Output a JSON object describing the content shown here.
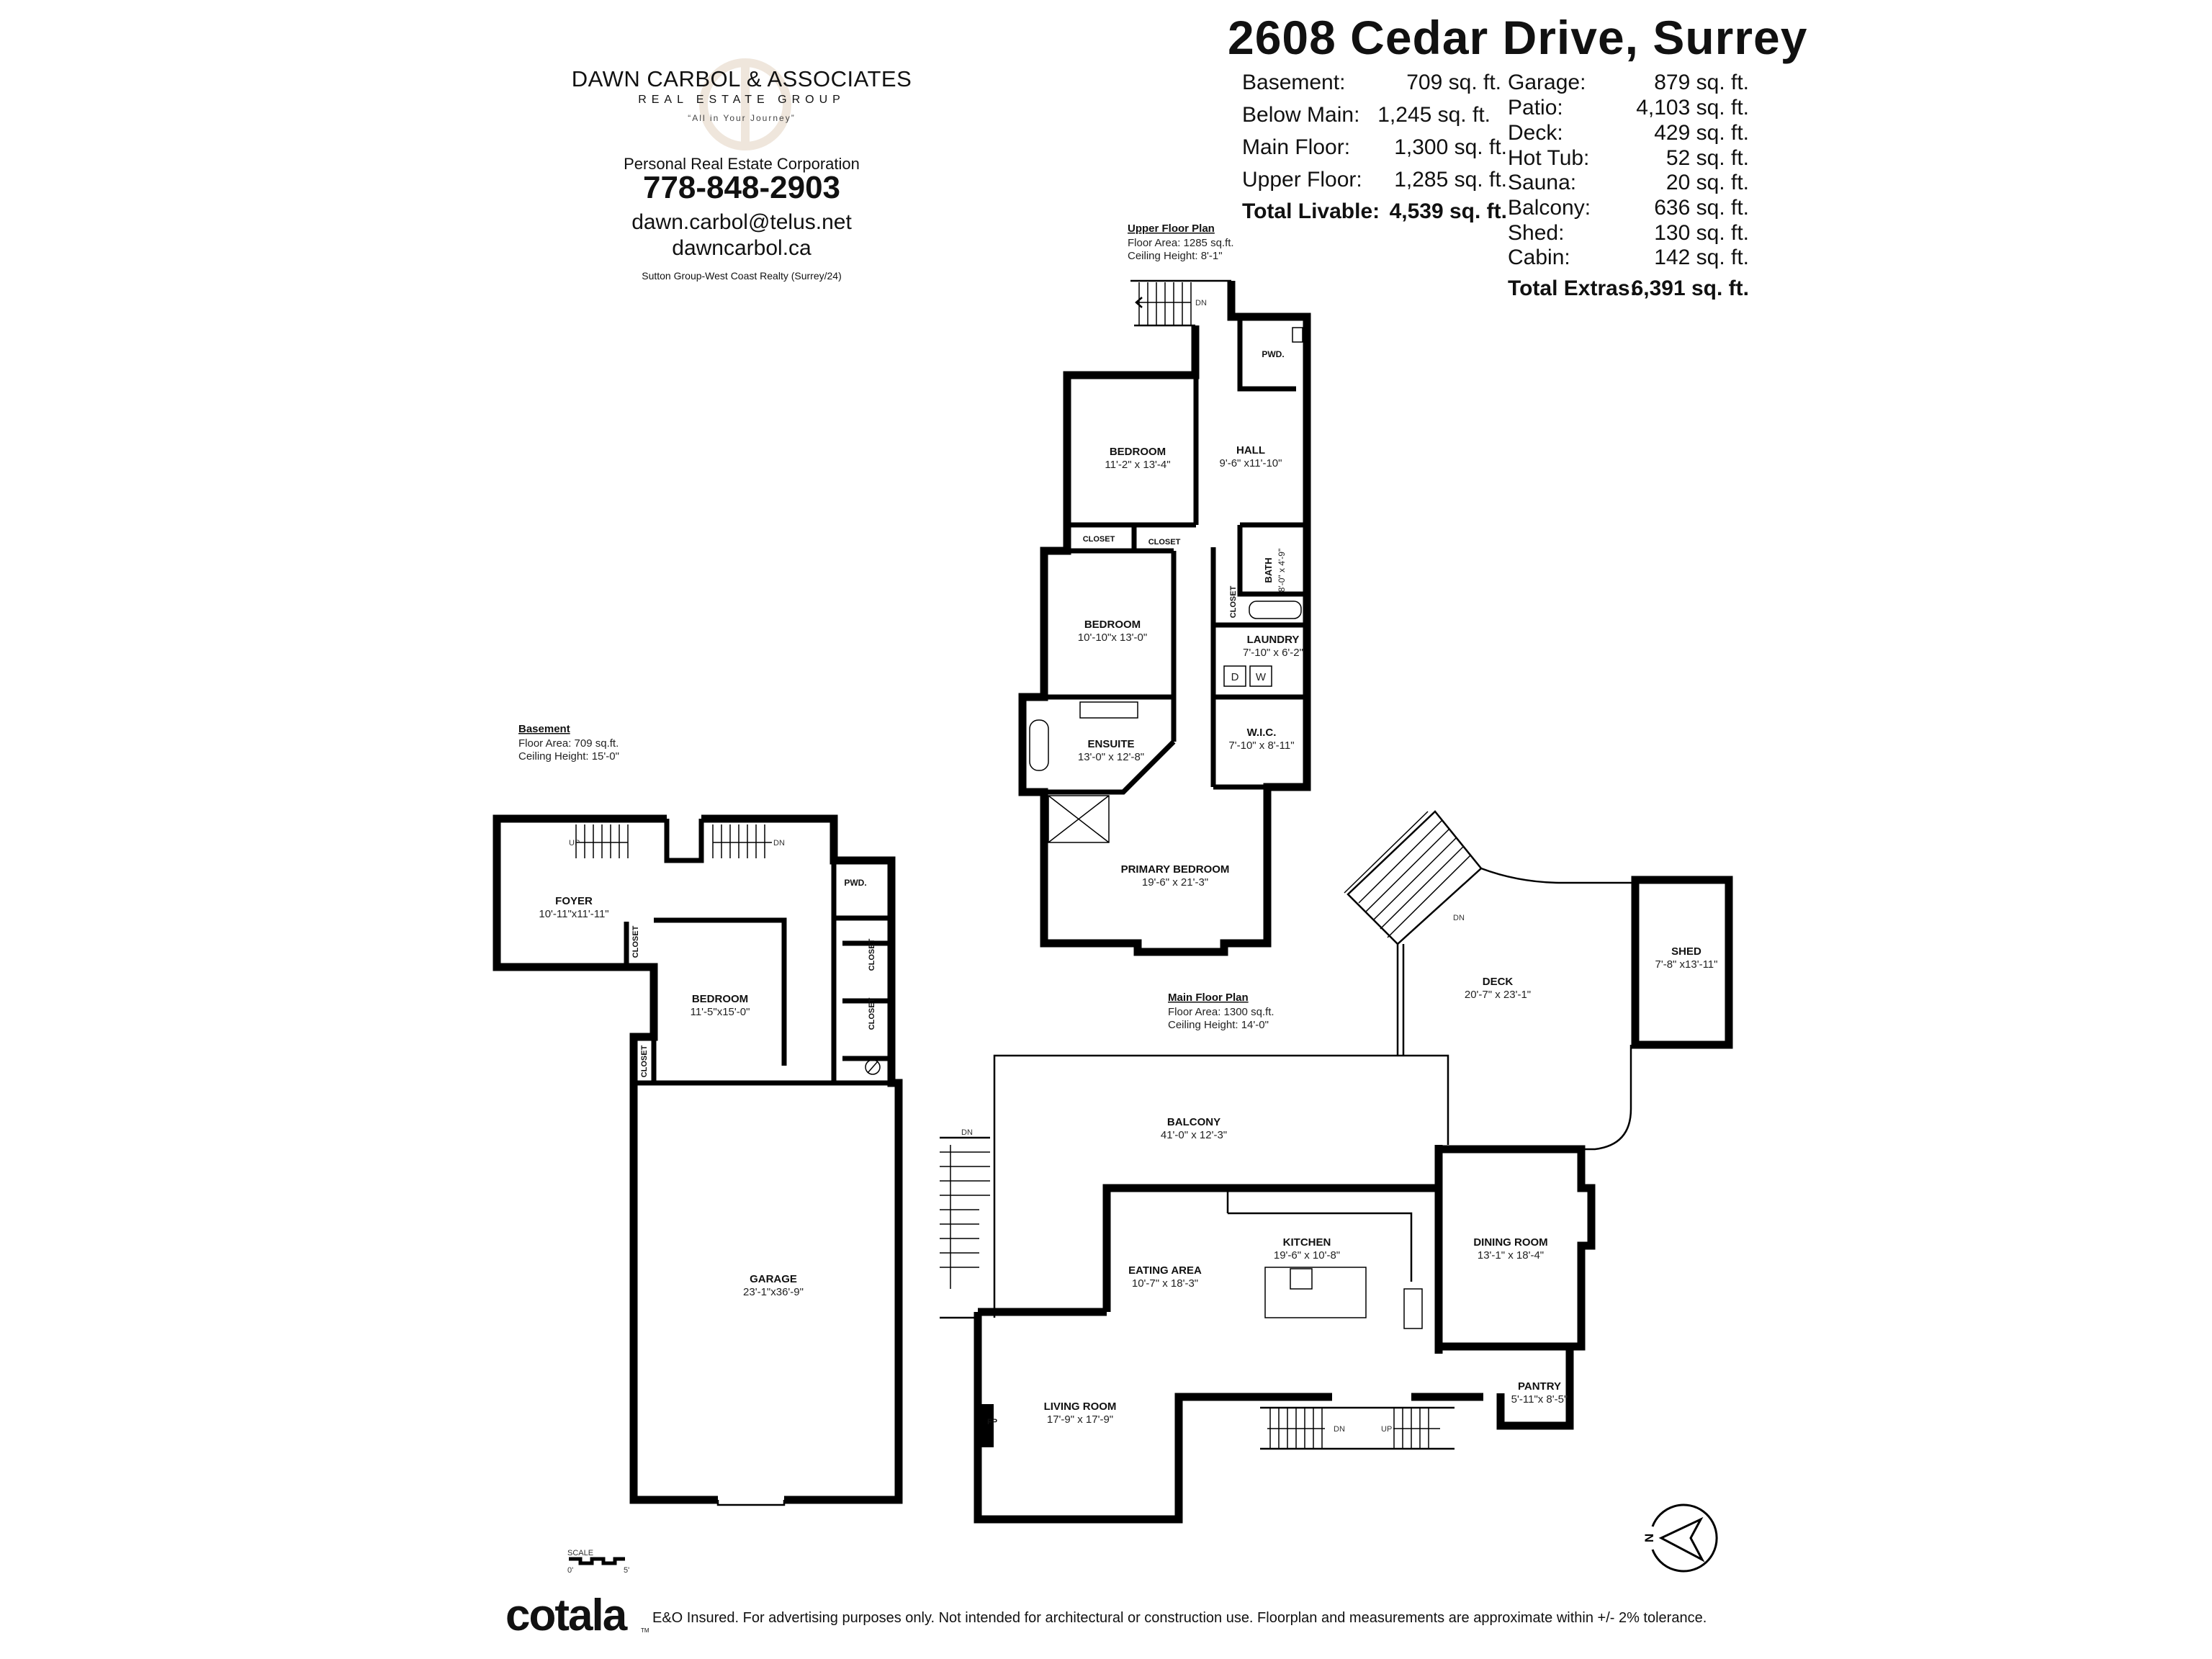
{
  "agent": {
    "company": "DAWN CARBOL & ASSOCIATES",
    "group": "REAL ESTATE GROUP",
    "tagline": "“All in Your Journey”",
    "corporation": "Personal Real Estate Corporation",
    "phone": "778-848-2903",
    "email": "dawn.carbol@telus.net",
    "website": "dawncarbol.ca",
    "brokerage": "Sutton Group-West Coast Realty (Surrey/24)"
  },
  "property": {
    "title": "2608 Cedar Drive, Surrey",
    "livable": [
      {
        "label": "Basement:",
        "value": "709 sq. ft."
      },
      {
        "label": "Below Main:",
        "value": "1,245 sq. ft."
      },
      {
        "label": "Main Floor:",
        "value": "1,300 sq. ft."
      },
      {
        "label": "Upper Floor:",
        "value": "1,285 sq. ft."
      }
    ],
    "total_livable": {
      "label": "Total Livable:",
      "value": "4,539 sq. ft."
    },
    "extras": [
      {
        "label": "Garage:",
        "value": "879 sq. ft."
      },
      {
        "label": "Patio:",
        "value": "4,103 sq. ft."
      },
      {
        "label": "Deck:",
        "value": "429 sq. ft."
      },
      {
        "label": "Hot Tub:",
        "value": "52 sq. ft."
      },
      {
        "label": "Sauna:",
        "value": "20 sq. ft."
      },
      {
        "label": "Balcony:",
        "value": "636 sq. ft."
      },
      {
        "label": "Shed:",
        "value": "130 sq. ft."
      },
      {
        "label": "Cabin:",
        "value": "142 sq. ft."
      }
    ],
    "total_extras": {
      "label": "Total Extras:",
      "value": "6,391 sq. ft."
    }
  },
  "plans": {
    "upper": {
      "title": "Upper Floor Plan",
      "area": "Floor Area: 1285 sq.ft.",
      "ceiling": "Ceiling Height: 8'-1\""
    },
    "basement": {
      "title": "Basement",
      "area": "Floor Area: 709 sq.ft.",
      "ceiling": "Ceiling Height: 15'-0\""
    },
    "main": {
      "title": "Main Floor Plan",
      "area": "Floor Area: 1300 sq.ft.",
      "ceiling": "Ceiling Height: 14'-0\""
    }
  },
  "rooms": {
    "upper": {
      "bedroom1": {
        "name": "BEDROOM",
        "dims": "11'-2\" x 13'-4\""
      },
      "hall": {
        "name": "HALL",
        "dims": "9'-6\" x11'-10\""
      },
      "pwd": {
        "name": "PWD."
      },
      "closet1": {
        "name": "CLOSET"
      },
      "closet2": {
        "name": "CLOSET"
      },
      "closet3": {
        "name": "CLOSET"
      },
      "bedroom2": {
        "name": "BEDROOM",
        "dims": "10'-10\"x 13'-0\""
      },
      "bath": {
        "name": "BATH",
        "dims": "8'-0\" x 4'-9\""
      },
      "laundry": {
        "name": "LAUNDRY",
        "dims": "7'-10\" x  6'-2\""
      },
      "wic": {
        "name": "W.I.C.",
        "dims": "7'-10\" x 8'-11\""
      },
      "ensuite": {
        "name": "ENSUITE",
        "dims": "13'-0\" x 12'-8\""
      },
      "primary": {
        "name": "PRIMARY BEDROOM",
        "dims": "19'-6\" x 21'-3\""
      }
    },
    "basement": {
      "foyer": {
        "name": "FOYER",
        "dims": "10'-11\"x11'-11\""
      },
      "pwd": {
        "name": "PWD."
      },
      "closet1": {
        "name": "CLOSET"
      },
      "closet2": {
        "name": "CLOSET"
      },
      "closet3": {
        "name": "CLOSET"
      },
      "closet4": {
        "name": "CLOSET"
      },
      "bedroom": {
        "name": "BEDROOM",
        "dims": "11'-5\"x15'-0\""
      },
      "garage": {
        "name": "GARAGE",
        "dims": "23'-1\"x36'-9\""
      }
    },
    "main": {
      "balcony": {
        "name": "BALCONY",
        "dims": "41'-0\" x 12'-3\""
      },
      "kitchen": {
        "name": "KITCHEN",
        "dims": "19'-6\" x 10'-8\""
      },
      "eating": {
        "name": "EATING AREA",
        "dims": "10'-7\" x 18'-3\""
      },
      "dining": {
        "name": "DINING ROOM",
        "dims": "13'-1\" x 18'-4\""
      },
      "pantry": {
        "name": "PANTRY",
        "dims": "5'-11\"x 8'-5\""
      },
      "living": {
        "name": "LIVING ROOM",
        "dims": "17'-9\" x 17'-9\""
      },
      "deck": {
        "name": "DECK",
        "dims": "20'-7\" x 23'-1\""
      },
      "shed": {
        "name": "SHED",
        "dims": "7'-8\" x13'-11\""
      }
    }
  },
  "symbols": {
    "dn": "DN",
    "up": "UP",
    "fp": "FP",
    "dryer": "D",
    "washer": "W"
  },
  "scale": {
    "label": "SCALE",
    "start": "0'",
    "end": "5'"
  },
  "compass": {
    "north": "N"
  },
  "footer": {
    "brand": "cotala",
    "tm": "TM",
    "disclaimer": "E&O Insured. For advertising purposes only. Not intended for architectural or construction use. Floorplan and measurements are approximate within +/- 2% tolerance."
  }
}
